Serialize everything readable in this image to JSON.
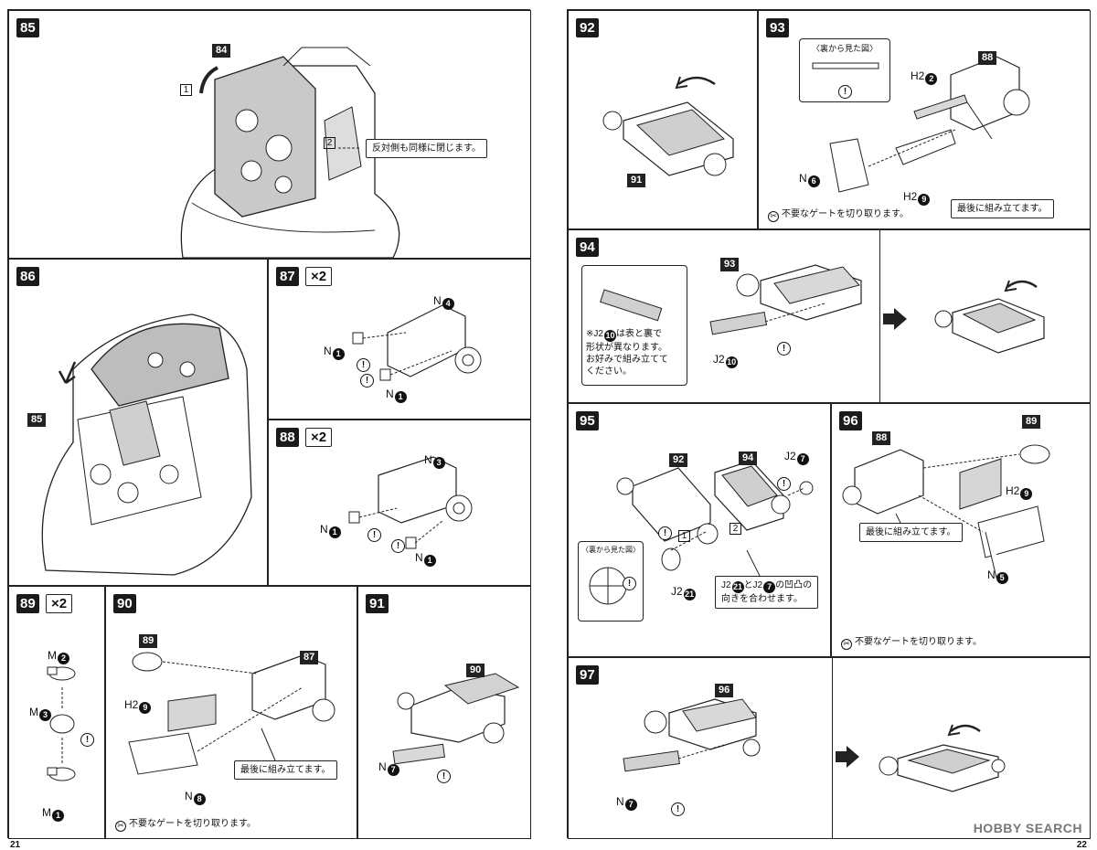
{
  "manual": {
    "page_left_number": "21",
    "page_right_number": "22",
    "watermark": "HOBBY SEARCH",
    "gate_note": "不要なゲートを切り取ります。",
    "assemble_last": "最後に組み立てます。",
    "back_view": "〈裏から見た図〉"
  },
  "steps": {
    "s85": {
      "num": "85",
      "part_ref": "84",
      "order1": "1",
      "order2": "2",
      "note": "反対側も同様に閉じます。"
    },
    "s86": {
      "num": "86",
      "part_ref": "85"
    },
    "s87": {
      "num": "87",
      "mult": "×2",
      "p1_letter": "N",
      "p1_num": "4",
      "p2_letter": "N",
      "p2_num": "1",
      "p3_letter": "N",
      "p3_num": "1"
    },
    "s88": {
      "num": "88",
      "mult": "×2",
      "p1_letter": "N",
      "p1_num": "3",
      "p2_letter": "N",
      "p2_num": "1",
      "p3_letter": "N",
      "p3_num": "1"
    },
    "s89": {
      "num": "89",
      "mult": "×2",
      "p1_letter": "M",
      "p1_num": "2",
      "p2_letter": "M",
      "p2_num": "3",
      "p3_letter": "M",
      "p3_num": "1"
    },
    "s90": {
      "num": "90",
      "ref1": "89",
      "ref2": "87",
      "p1_letter": "H2",
      "p1_num": "9",
      "p2_letter": "N",
      "p2_num": "8"
    },
    "s91": {
      "num": "91",
      "ref1": "90",
      "p1_letter": "N",
      "p1_num": "7"
    },
    "s92": {
      "num": "92",
      "ref1": "91"
    },
    "s93": {
      "num": "93",
      "ref1": "88",
      "p1_letter": "H2",
      "p1_num": "2",
      "p2_letter": "N",
      "p2_num": "6",
      "p3_letter": "H2",
      "p3_num": "9"
    },
    "s94": {
      "num": "94",
      "ref1": "93",
      "p1_letter": "J2",
      "p1_num": "10",
      "note_line1": "※J2",
      "note_line1b": "は表と裏で",
      "note_line2": "形状が異なります。",
      "note_line3": "お好みで組み立てて",
      "note_line4": "ください。"
    },
    "s95": {
      "num": "95",
      "ref1": "92",
      "ref2": "94",
      "p1_letter": "J2",
      "p1_num": "7",
      "p2_letter": "J2",
      "p2_num": "21",
      "order1": "1",
      "order2": "2",
      "note_a": "J2",
      "note_b": "とJ2",
      "note_c": "の凹凸の",
      "note_d": "向きを合わせます。"
    },
    "s96": {
      "num": "96",
      "ref1": "88",
      "ref2": "89",
      "p1_letter": "H2",
      "p1_num": "9",
      "p2_letter": "N",
      "p2_num": "5"
    },
    "s97": {
      "num": "97",
      "ref1": "96",
      "p1_letter": "N",
      "p1_num": "7"
    }
  }
}
